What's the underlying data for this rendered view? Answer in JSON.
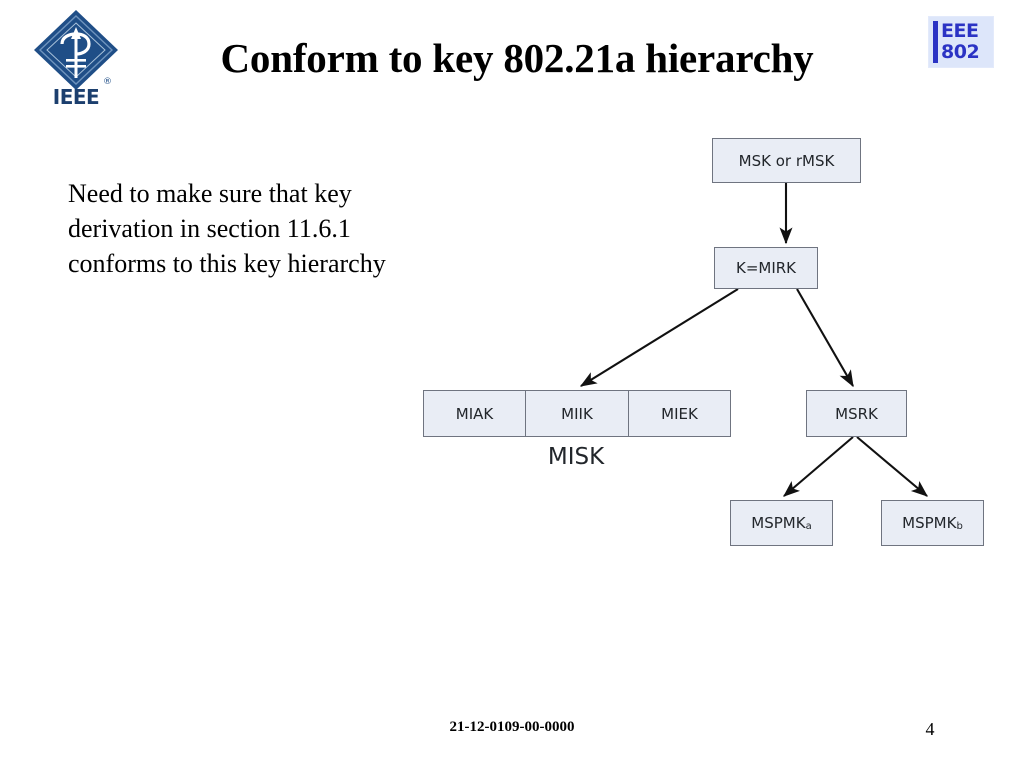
{
  "slide": {
    "title": "Conform to key 802.21a hierarchy",
    "body_text": "Need to make sure that key derivation in section 11.6.1 conforms to this key hierarchy",
    "background_color": "#ffffff"
  },
  "logos": {
    "ieee_mark": {
      "name": "ieee-diamond-logo",
      "wordmark": "IEEE",
      "registered_mark": "®",
      "color": "#1f4e87"
    },
    "ieee_802": {
      "line1": "EEE",
      "line2": "802",
      "text_color": "#2b33c4",
      "background_color": "#dde6fa"
    }
  },
  "diagram": {
    "type": "key-hierarchy-tree",
    "box_fill": "#e9edf5",
    "box_border": "#6f7480",
    "nodes": [
      {
        "id": "msk",
        "label": "MSK or rMSK"
      },
      {
        "id": "mirk",
        "label": "K=MIRK"
      },
      {
        "id": "miak",
        "label": "MIAK"
      },
      {
        "id": "miik",
        "label": "MIIK"
      },
      {
        "id": "miek",
        "label": "MIEK"
      },
      {
        "id": "msrk",
        "label": "MSRK"
      },
      {
        "id": "mspmka",
        "label": "MSPMK",
        "subscript": "a"
      },
      {
        "id": "mspmkb",
        "label": "MSPMK",
        "subscript": "b"
      }
    ],
    "group_label": "MISK",
    "edges": [
      {
        "from": "msk",
        "to": "mirk"
      },
      {
        "from": "mirk",
        "to": "misk-group"
      },
      {
        "from": "mirk",
        "to": "msrk"
      },
      {
        "from": "msrk",
        "to": "mspmka"
      },
      {
        "from": "msrk",
        "to": "mspmkb"
      }
    ]
  },
  "footer": {
    "doc_id": "21-12-0109-00-0000",
    "page_number": "4"
  }
}
